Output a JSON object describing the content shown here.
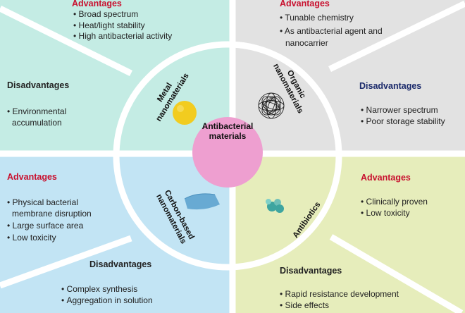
{
  "colors": {
    "top_left": "#c4ece4",
    "top_right": "#e2e2e2",
    "bottom_left": "#c2e4f4",
    "bottom_right": "#e6edbb",
    "center_circle": "#ee9fd0",
    "advantage_heading": "#c8102e",
    "disadvantage_heading_right": "#1b2a6b",
    "divider": "#ffffff"
  },
  "center": {
    "label_line1": "Antibacterial",
    "label_line2": "materials"
  },
  "metal": {
    "category_line1": "Metal",
    "category_line2": "nanomaterials",
    "advantages_title": "Advantages",
    "advantages": [
      "Broad spectrum",
      "Heat/light stability",
      "High antibacterial activity"
    ],
    "disadvantages_title": "Disadvantages",
    "disadvantages": [
      "Environmental",
      "accumulation"
    ]
  },
  "organic": {
    "category_line1": "Organic",
    "category_line2": "nanomaterials",
    "advantages_title": "Advantages",
    "advantages": [
      "Tunable chemistry",
      "As antibacterial agent and",
      "nanocarrier"
    ],
    "disadvantages_title": "Disadvantages",
    "disadvantages": [
      "Narrower spectrum",
      "Poor storage stability"
    ]
  },
  "carbon": {
    "category_line1": "Carbon-based",
    "category_line2": "nanomaterials",
    "advantages_title": "Advantages",
    "advantages": [
      "Physical bacterial",
      "membrane disruption",
      "Large surface area",
      "Low toxicity"
    ],
    "disadvantages_title": "Disadvantages",
    "disadvantages": [
      "Complex synthesis",
      "Aggregation in solution"
    ]
  },
  "antibiotics": {
    "category": "Antibiotics",
    "advantages_title": "Advantages",
    "advantages": [
      "Clinically proven",
      "Low toxicity"
    ],
    "disadvantages_title": "Disadvantages",
    "disadvantages": [
      "Rapid resistance development",
      "Side effects"
    ]
  }
}
